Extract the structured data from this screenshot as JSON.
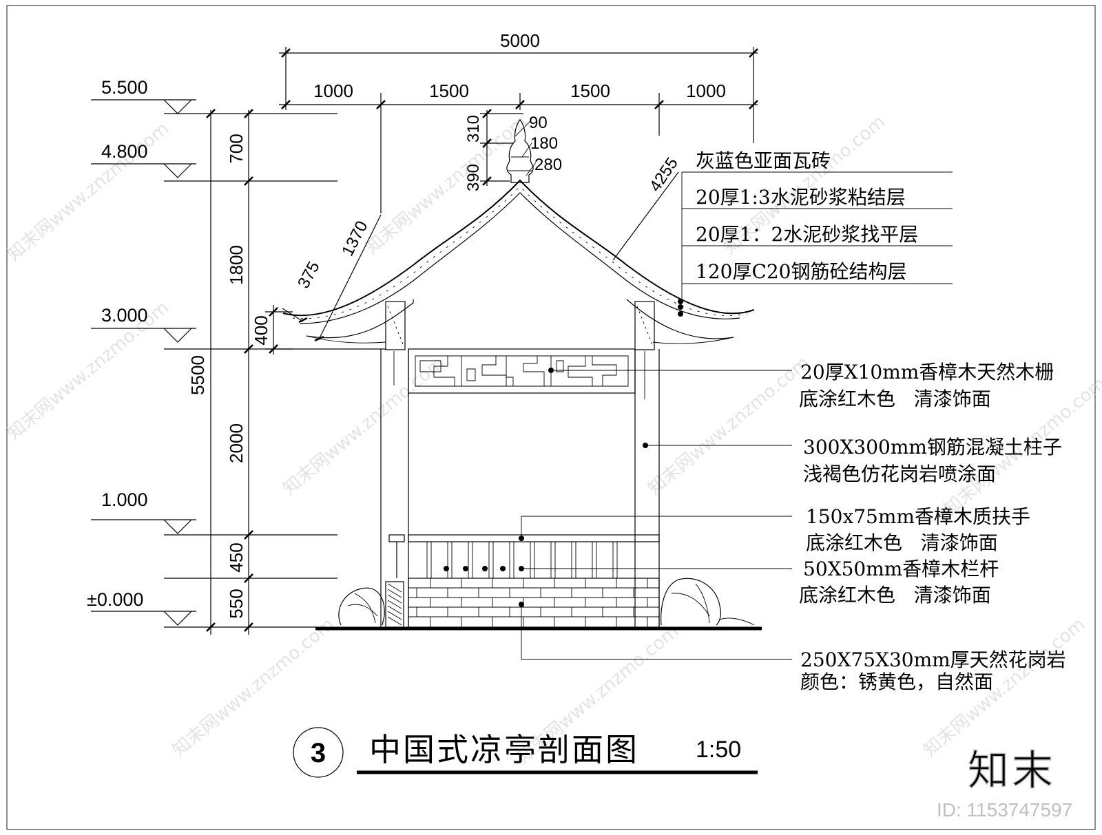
{
  "title": "中国式凉亭剖面图",
  "drawing_number": "3",
  "scale": "1:50",
  "elevation_marks": [
    "5.500",
    "4.800",
    "3.000",
    "1.000",
    "±0.000"
  ],
  "dim_top_total": "5000",
  "dim_top_segments": [
    "1000",
    "1500",
    "1500",
    "1000"
  ],
  "dim_left_segments": [
    "700",
    "1800",
    "400",
    "2000",
    "450",
    "550"
  ],
  "dim_left_total": "5500",
  "dim_finial": [
    "310",
    "390",
    "90",
    "180",
    "280"
  ],
  "dim_roof": [
    "375",
    "1370",
    "4255"
  ],
  "roof_layers": [
    "灰蓝色亚面瓦砖",
    "20厚1:3水泥砂浆粘结层",
    "20厚1：2水泥砂浆找平层",
    "120厚C20钢筋砼结构层"
  ],
  "notes": [
    {
      "line1": "20厚X10mm香樟木天然木栅",
      "line2": "底涂红木色   清漆饰面"
    },
    {
      "line1": "300X300mm钢筋混凝土柱子",
      "line2": "浅褐色仿花岗岩喷涂面"
    },
    {
      "line1": "150x75mm香樟木质扶手",
      "line2": "底涂红木色   清漆饰面"
    },
    {
      "line1": "50X50mm香樟木栏杆",
      "line2": "底涂红木色   清漆饰面"
    },
    {
      "line1": "250X75X30mm厚天然花岗岩",
      "line2": "颜色：锈黄色，自然面"
    }
  ],
  "watermark": {
    "brand": "知末",
    "id_label": "ID: 1153747597",
    "repeat_text": "知末网www.znzmo.com"
  }
}
